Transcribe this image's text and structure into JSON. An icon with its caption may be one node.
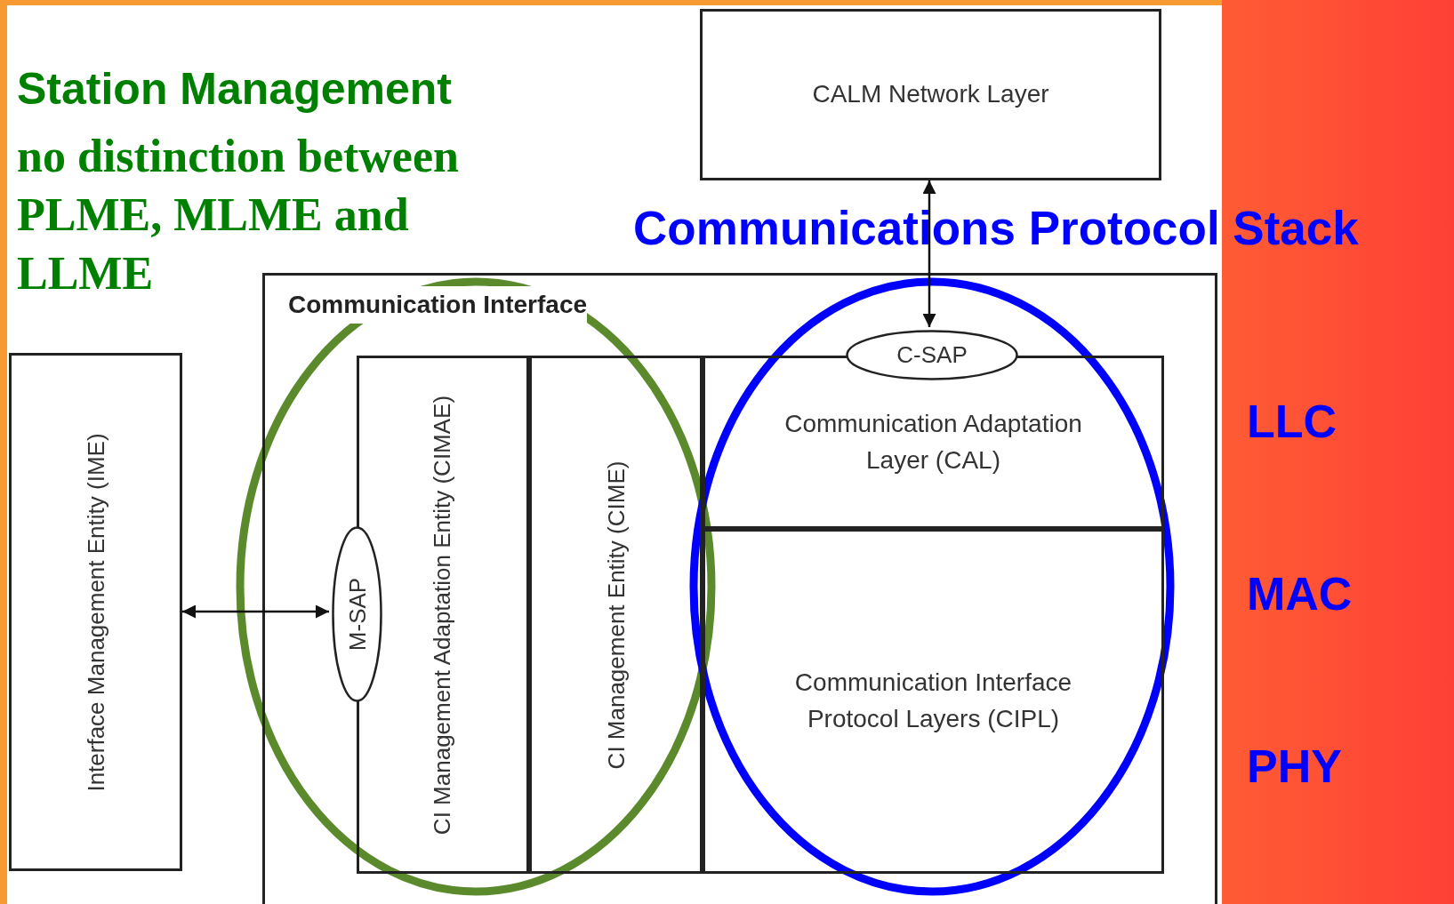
{
  "diagram": {
    "title": "Communications Protocol Stack",
    "nodes": [
      {
        "text": [
          "CALM Network Layer"
        ]
      },
      {
        "text": [
          "Communication Interface"
        ]
      },
      {
        "text": [
          "Interface Management Entity (IME)"
        ]
      },
      {
        "text": [
          "CI Management Adaptation Entity (CIMAE)"
        ],
        "in": 1
      },
      {
        "text": [
          "CI Management Entity (CIME)"
        ],
        "in": 1
      },
      {
        "text": [
          "Communication Adaptation Layer (CAL)"
        ],
        "in": 1
      },
      {
        "text": [
          "Communication Interface Protocol Layers (CIPL)"
        ],
        "in": 1
      },
      {
        "text": [
          "C-SAP"
        ],
        "in": 1
      },
      {
        "text": [
          "M-SAP"
        ],
        "in": 1
      }
    ],
    "edges": [
      {
        "from": 0,
        "to": 7,
        "arrow": "both"
      },
      {
        "from": 2,
        "to": 8,
        "arrow": "both"
      }
    ],
    "labels": [
      "Station Management",
      "no distinction between PLME, MLME and LLME",
      "LLC",
      "MAC",
      "PHY"
    ]
  }
}
